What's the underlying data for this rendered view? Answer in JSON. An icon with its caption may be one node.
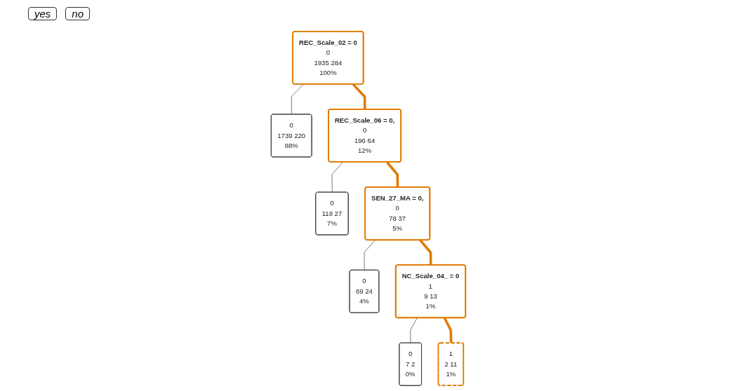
{
  "diagram": {
    "nodes": [
      {
        "text": [
          "REC_Scale_02 = 0",
          "0",
          "1935 284",
          "100%"
        ]
      },
      {
        "text": [
          "0",
          "1739 220",
          "88%"
        ]
      },
      {
        "text": [
          "REC_Scale_06 = 0,",
          "0",
          "196 64",
          "12%"
        ]
      },
      {
        "text": [
          "0",
          "118 27",
          "7%"
        ]
      },
      {
        "text": [
          "SEN_27_MA = 0,",
          "0",
          "78 37",
          "5%"
        ]
      },
      {
        "text": [
          "0",
          "69 24",
          "4%"
        ]
      },
      {
        "text": [
          "NC_Scale_04_ = 0",
          "1",
          "9 13",
          "1%"
        ]
      },
      {
        "text": [
          "0",
          "7 2",
          "0%"
        ]
      },
      {
        "text": [
          "1",
          "2 11",
          "1%"
        ]
      }
    ],
    "edges": [
      {
        "from": 0,
        "to": 1,
        "arrow": "none"
      },
      {
        "from": 0,
        "to": 2,
        "arrow": "none",
        "style": "thick",
        "color": "#e07b00"
      },
      {
        "from": 2,
        "to": 3,
        "arrow": "none"
      },
      {
        "from": 2,
        "to": 4,
        "arrow": "none",
        "style": "thick",
        "color": "#e07b00"
      },
      {
        "from": 4,
        "to": 5,
        "arrow": "none"
      },
      {
        "from": 4,
        "to": 6,
        "arrow": "none",
        "style": "thick",
        "color": "#e07b00"
      },
      {
        "from": 6,
        "to": 7,
        "arrow": "none"
      },
      {
        "from": 6,
        "to": 8,
        "arrow": "none",
        "style": "thick",
        "color": "#e07b00"
      }
    ],
    "labels": [
      "yes",
      "no"
    ]
  }
}
